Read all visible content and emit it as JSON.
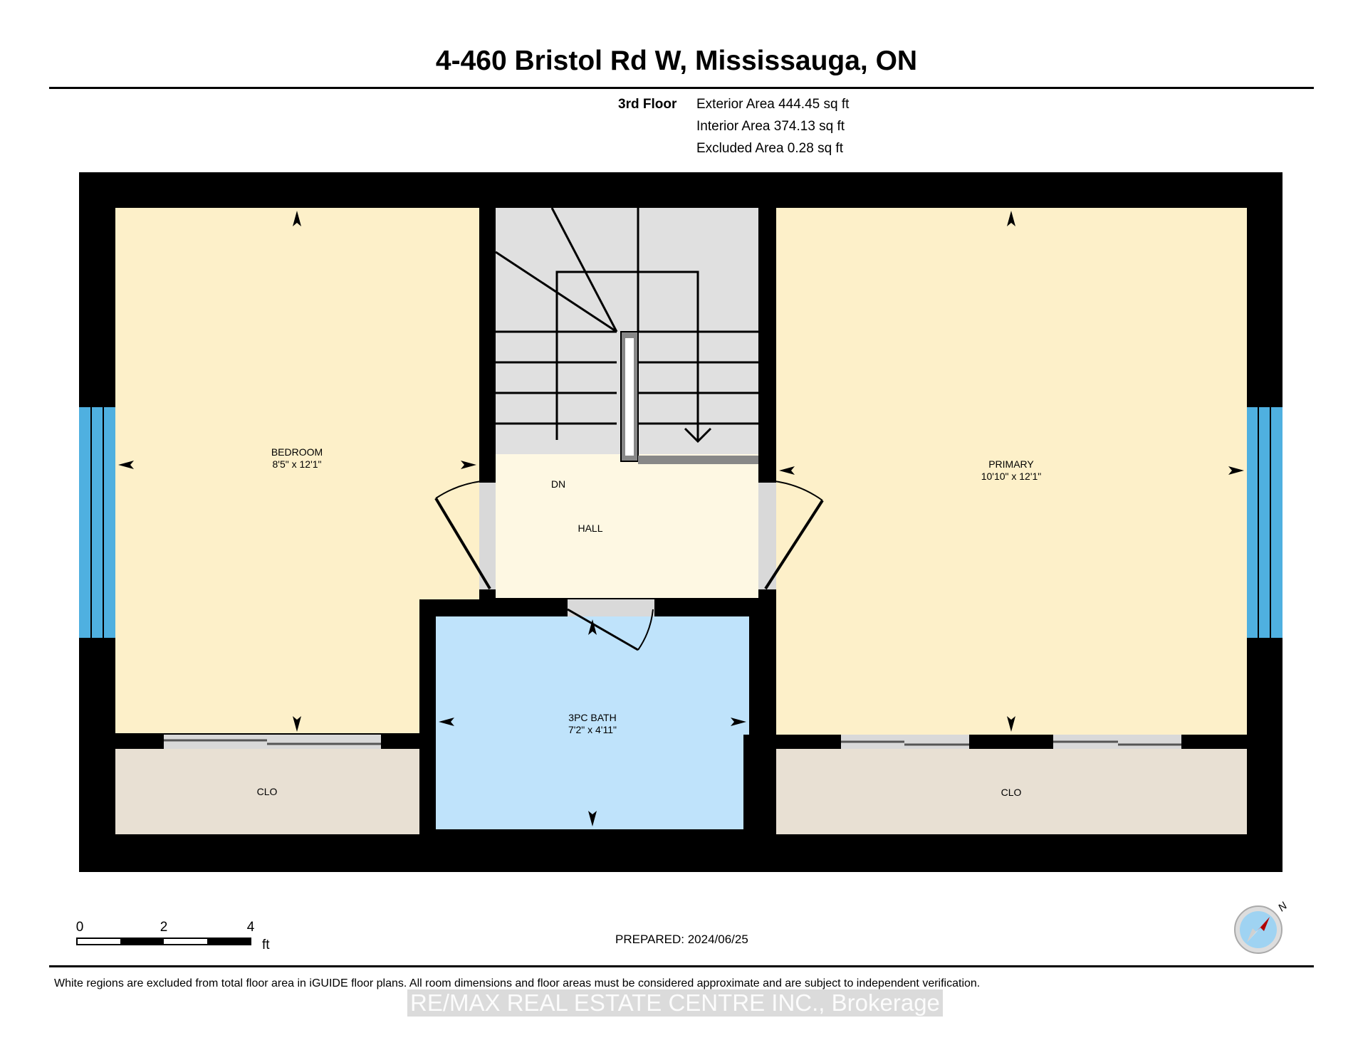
{
  "header": {
    "title": "4-460 Bristol Rd W, Mississauga, ON"
  },
  "floor_info": {
    "floor_label": "3rd Floor",
    "exterior_area": "Exterior Area 444.45 sq ft",
    "interior_area": "Interior Area 374.13 sq ft",
    "excluded_area": "Excluded Area 0.28 sq ft"
  },
  "rooms": {
    "bedroom": {
      "name": "BEDROOM",
      "dims": "8'5\" x 12'1\""
    },
    "hall": {
      "name": "HALL"
    },
    "stairs": {
      "name": "DN"
    },
    "primary": {
      "name": "PRIMARY",
      "dims": "10'10\" x 12'1\""
    },
    "bath": {
      "name": "3PC BATH",
      "dims": "7'2\" x 4'11\""
    },
    "closet_left": {
      "name": "CLO"
    },
    "closet_right": {
      "name": "CLO"
    }
  },
  "scale": {
    "ticks": [
      "0",
      "2",
      "4"
    ],
    "unit": "ft"
  },
  "compass": {
    "label": "N"
  },
  "footer": {
    "prepared": "PREPARED: 2024/06/25",
    "disclaimer": "White regions are excluded from total floor area in iGUIDE floor plans. All room dimensions and floor areas must be considered approximate and are subject to independent verification.",
    "watermark": "RE/MAX REAL ESTATE CENTRE INC., Brokerage"
  },
  "colors": {
    "wall": "#000000",
    "bedroom_fill": "#fdf0c9",
    "hall_fill": "#fef8e3",
    "bath_fill": "#bfe3fb",
    "closet_fill": "#e8e0d3",
    "stair_fill": "#e0e0e0",
    "window": "#4fb0e0"
  }
}
